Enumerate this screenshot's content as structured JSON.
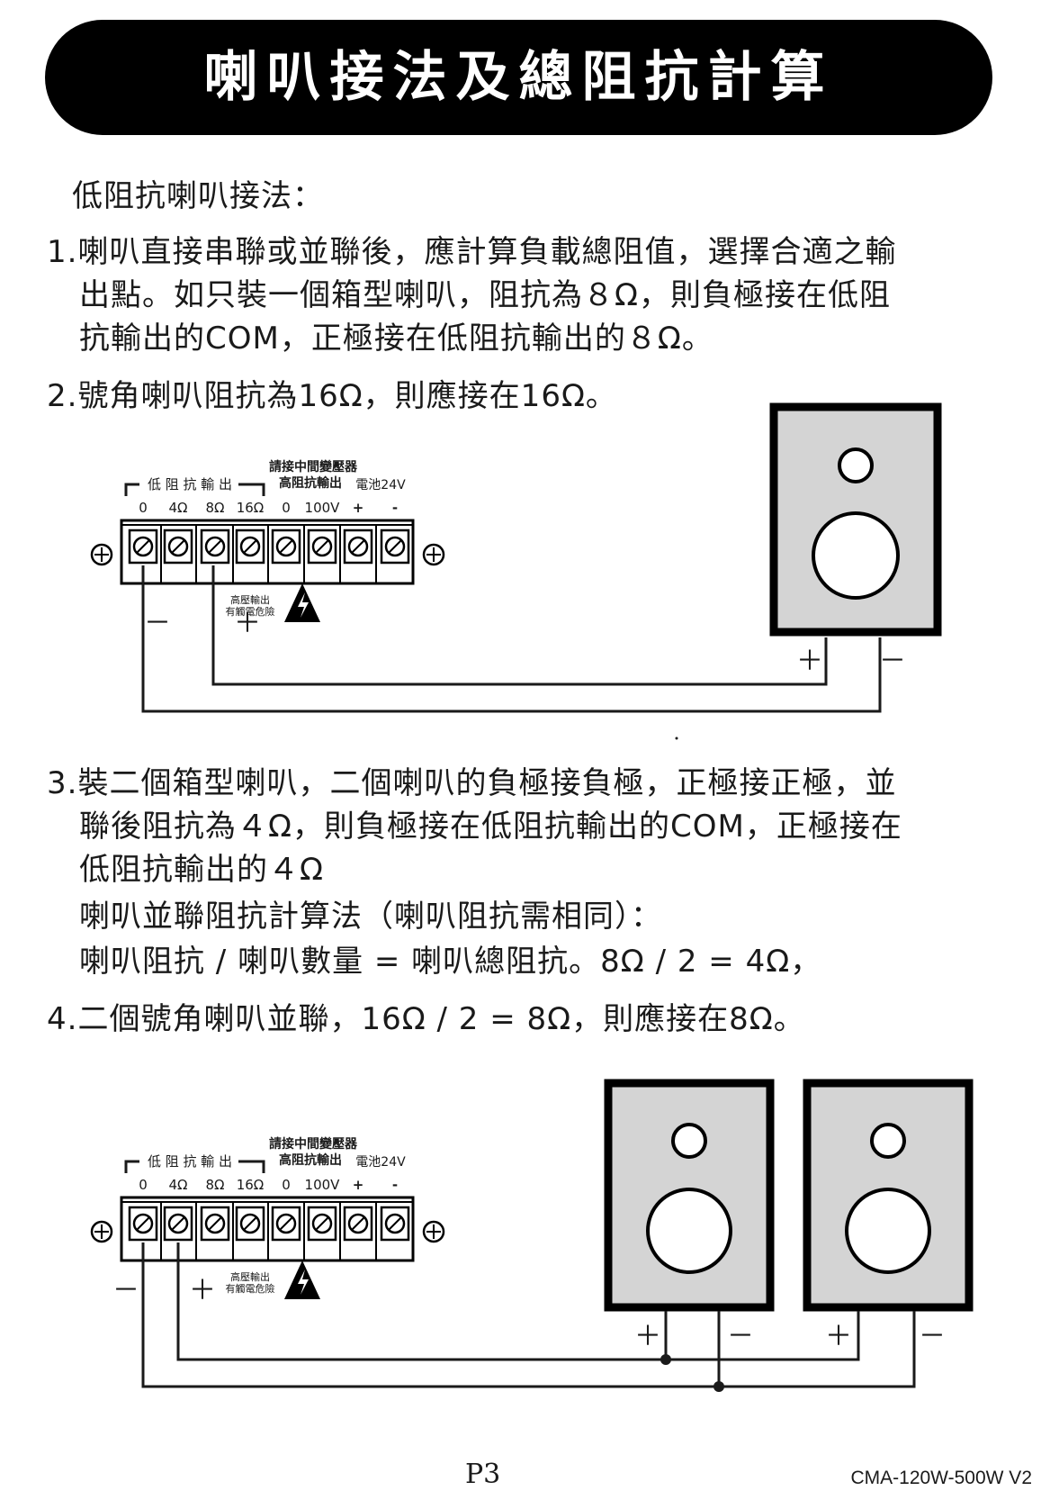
{
  "title": "喇叭接法及總阻抗計算",
  "section_heading": "低阻抗喇叭接法：",
  "item1": {
    "line1": "1.喇叭直接串聯或並聯後，應計算負載總阻值，選擇合適之輸",
    "line2": "出點。如只裝一個箱型喇叭，阻抗為８Ω，則負極接在低阻",
    "line3": "抗輸出的COM，正極接在低阻抗輸出的８Ω。"
  },
  "item2": {
    "line1": "2.號角喇叭阻抗為16Ω，則應接在16Ω。"
  },
  "item3": {
    "line1": "3.裝二個箱型喇叭，二個喇叭的負極接負極，正極接正極，並",
    "line2": "聯後阻抗為４Ω，則負極接在低阻抗輸出的COM，正極接在",
    "line3": "低阻抗輸出的４Ω",
    "line4": "喇叭並聯阻抗計算法（喇叭阻抗需相同）：",
    "line5": "喇叭阻抗 / 喇叭數量 = 喇叭總阻抗。8Ω / 2 = 4Ω，"
  },
  "item4": {
    "line1": "4.二個號角喇叭並聯，16Ω / 2 = 8Ω，則應接在8Ω。"
  },
  "terminal": {
    "low_group": "低 阻 抗 輸 出",
    "transformer_note": "請接中間變壓器",
    "high_group": "高阻抗輸出",
    "battery": "電池24V",
    "labels": [
      "0",
      "4Ω",
      "8Ω",
      "16Ω",
      "0",
      "100V",
      "+",
      "-"
    ],
    "warning_line1": "高壓輸出",
    "warning_line2": "有觸電危險"
  },
  "polarity": {
    "plus": "＋",
    "minus": "－"
  },
  "footer": {
    "page": "P3",
    "model": "CMA-120W-500W V2"
  },
  "colors": {
    "speaker_fill": "#d4d4d4",
    "title_bg": "#000000",
    "line": "#1a1a1a"
  }
}
